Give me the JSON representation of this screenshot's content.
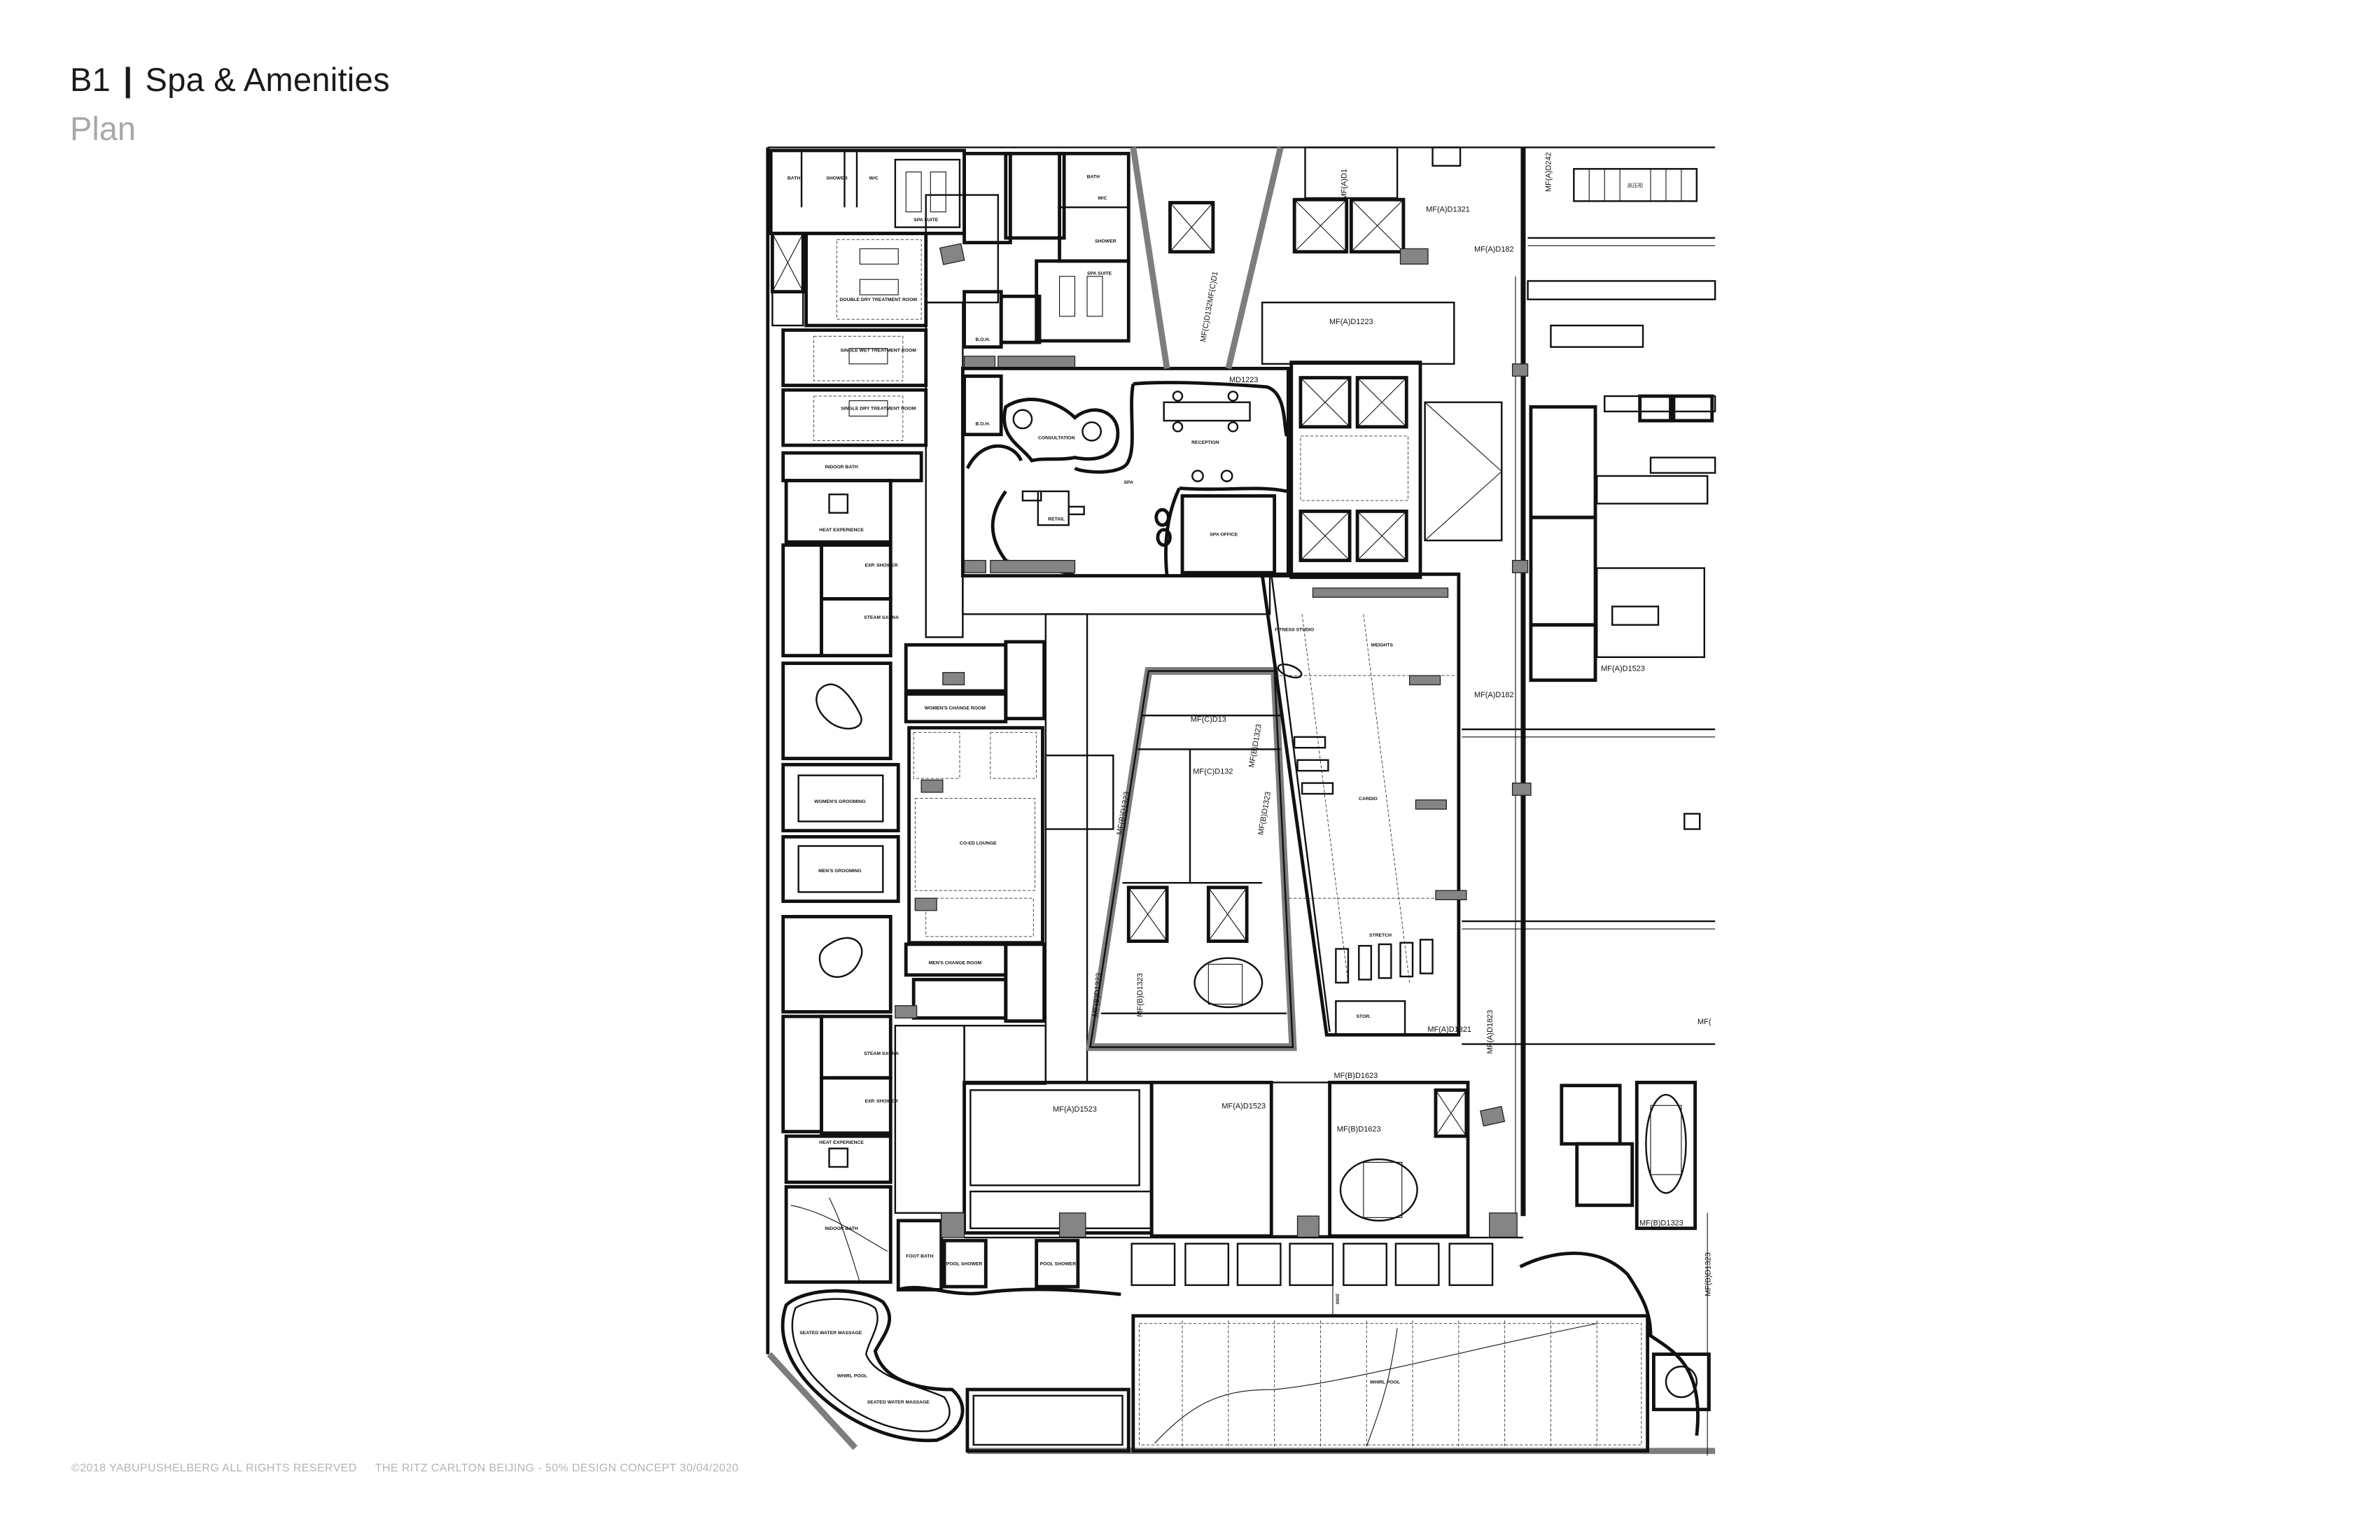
{
  "header": {
    "level": "B1",
    "separator": "|",
    "title": "Spa & Amenities",
    "subtitle": "Plan"
  },
  "footer": {
    "copyright": "©2018 YABUPUSHELBERG ALL RIGHTS RESERVED",
    "project": "THE RITZ CARLTON BEIJING - 50% DESIGN CONCEPT 30/04/2020"
  },
  "colors": {
    "wall_fill": "#858585",
    "line": "#111111",
    "subtitle": "#a8a8a8",
    "footer": "#b4b4b4"
  },
  "rooms": [
    "BATH",
    "SHOWER",
    "W/C",
    "SPA SUITE",
    "BATH",
    "W/C",
    "SHOWER",
    "SPA SUITE",
    "DOUBLE DRY TREATMENT ROOM",
    "B.O.H.",
    "SINGLE WET TREATMENT ROOM",
    "SINGLE DRY TREATMENT ROOM",
    "B.O.H.",
    "CONSULTATION",
    "RECEPTION",
    "SPA",
    "RETAIL",
    "SPA OFFICE",
    "INDOOR BATH",
    "HEAT EXPERIENCE",
    "EXP. SHOWER",
    "STEAM SAUNA",
    "WOMEN'S CHANGE ROOM",
    "WOMEN'S GROOMING",
    "CO-ED LOUNGE",
    "MEN'S GROOMING",
    "MEN'S CHANGE ROOM",
    "STEAM SAUNA",
    "EXP. SHOWER",
    "HEAT EXPERIENCE",
    "INDOOR BATH",
    "FOOT BATH",
    "POOL SHOWER",
    "POOL SHOWER",
    "SEATED WATER MASSAGE",
    "WHIRL POOL",
    "SEATED WATER MASSAGE",
    "WHIRL POOL",
    "FITNESS STUDIO",
    "WEIGHTS",
    "CARDIO",
    "STRETCH",
    "STOR."
  ],
  "door_tags": [
    "MF(A)D1",
    "MF(A)D1321",
    "MF(A)D182",
    "MF(A)D242",
    "MF(C)D132MF(C)D1",
    "MD1223",
    "MF(A)D1223",
    "MF(A)D182",
    "MF(A)D1523",
    "MF(C)D13",
    "MF(B)D1323",
    "MF(C)D132",
    "MF(B)D1323",
    "MF(B)D1323",
    "MF(B)D1323",
    "MF(B)D1323",
    "MF(A)D1321",
    "MF(A)D1823",
    "MF(B)D1623",
    "MF(A)D1523",
    "MF(A)D1523",
    "MF(B)D1623",
    "MF(B)D1323",
    "MF(B)D1323",
    "MF("
  ],
  "annotations": {
    "switchgear": "高压柜",
    "dimension": "2000"
  }
}
